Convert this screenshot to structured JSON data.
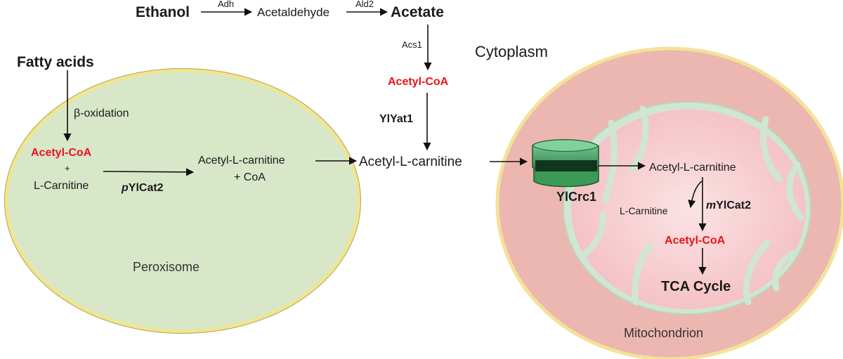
{
  "top_pathway": {
    "ethanol": "Ethanol",
    "adh": "Adh",
    "acetaldehyde": "Acetaldehyde",
    "ald2": "Ald2",
    "acetate": "Acetate",
    "acs1": "Acs1",
    "acetyl_coa": "Acetyl-CoA",
    "ylyat1": "YlYat1",
    "acetyl_l_carnitine": "Acetyl-L-carnitine"
  },
  "cytoplasm_label": "Cytoplasm",
  "peroxisome": {
    "label": "Peroxisome",
    "fatty_acids": "Fatty acids",
    "beta_oxidation": "β-oxidation",
    "acetyl_coa": "Acetyl-CoA",
    "plus": "+",
    "l_carnitine": "L-Carnitine",
    "enzyme_prefix": "p",
    "enzyme_name": "YlCat2",
    "product_line1": "Acetyl-L-carnitine",
    "product_line2": "+ CoA"
  },
  "mitochondrion": {
    "label": "Mitochondrion",
    "transporter": "YlCrc1",
    "acetyl_l_carnitine": "Acetyl-L-carnitine",
    "l_carnitine": "L-Carnitine",
    "enzyme_prefix": "m",
    "enzyme_name": "YlCat2",
    "acetyl_coa": "Acetyl-CoA",
    "tca": "TCA Cycle"
  },
  "colors": {
    "highlight_red": "#e8141b",
    "peroxisome_fill": "#d9e7c9",
    "peroxisome_border": "#f3e58a",
    "mito_outer": "#ecb7b0",
    "mito_border": "#f3e29a",
    "mito_inner": "#f6c9cc",
    "mito_membrane": "#cfe6d2",
    "transporter": "#2f8a4a"
  }
}
